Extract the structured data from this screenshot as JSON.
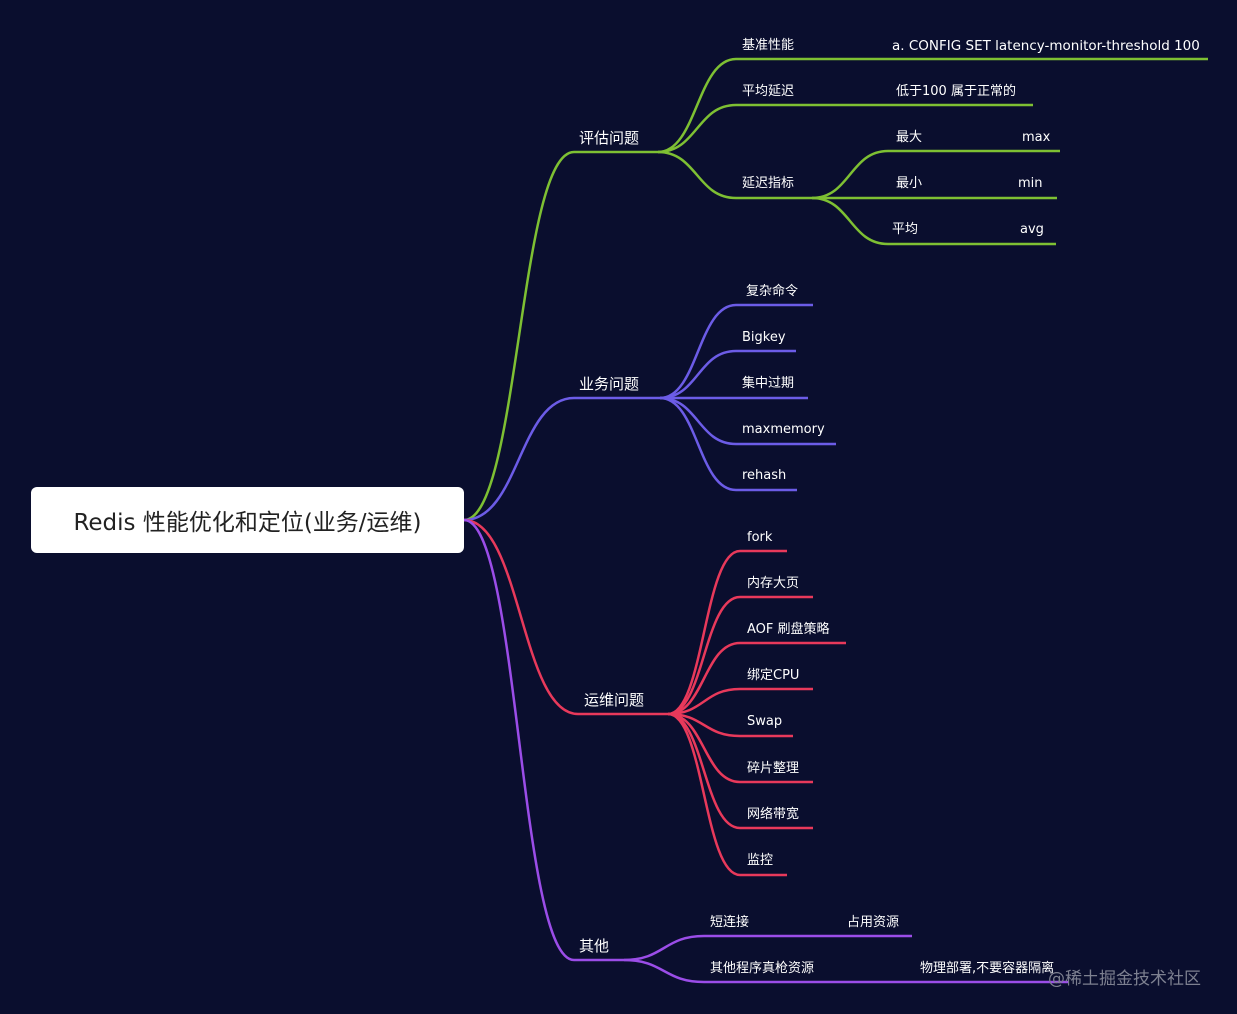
{
  "root": {
    "label": "Redis 性能优化和定位(业务/运维)"
  },
  "colors": {
    "background": "#0a0e2e",
    "green": "#7ec033",
    "blue": "#6c5ce7",
    "red": "#e8395b",
    "purple": "#9b4de8",
    "root_fill": "#ffffff"
  },
  "branches": {
    "eval": {
      "label": "评估问题",
      "baseline": {
        "label": "基准性能",
        "value": "a. CONFIG SET latency-monitor-threshold 100"
      },
      "avg_latency": {
        "label": "平均延迟",
        "value": "低于100 属于正常的"
      },
      "latency_metrics": {
        "label": "延迟指标",
        "max": {
          "label": "最大",
          "value": "max"
        },
        "min": {
          "label": "最小",
          "value": "min"
        },
        "avg": {
          "label": "平均",
          "value": "avg"
        }
      }
    },
    "biz": {
      "label": "业务问题",
      "items": [
        "复杂命令",
        "Bigkey",
        "集中过期",
        "maxmemory",
        "rehash"
      ]
    },
    "ops": {
      "label": "运维问题",
      "items": [
        "fork",
        "内存大页",
        "AOF 刷盘策略",
        "绑定CPU",
        "Swap",
        "碎片整理",
        "网络带宽",
        "监控"
      ]
    },
    "other": {
      "label": "其他",
      "short_conn": {
        "label": "短连接",
        "value": "占用资源"
      },
      "resource": {
        "label": "其他程序真枪资源",
        "value": "物理部署,不要容器隔离"
      }
    }
  },
  "watermark": "@稀土掘金技术社区"
}
